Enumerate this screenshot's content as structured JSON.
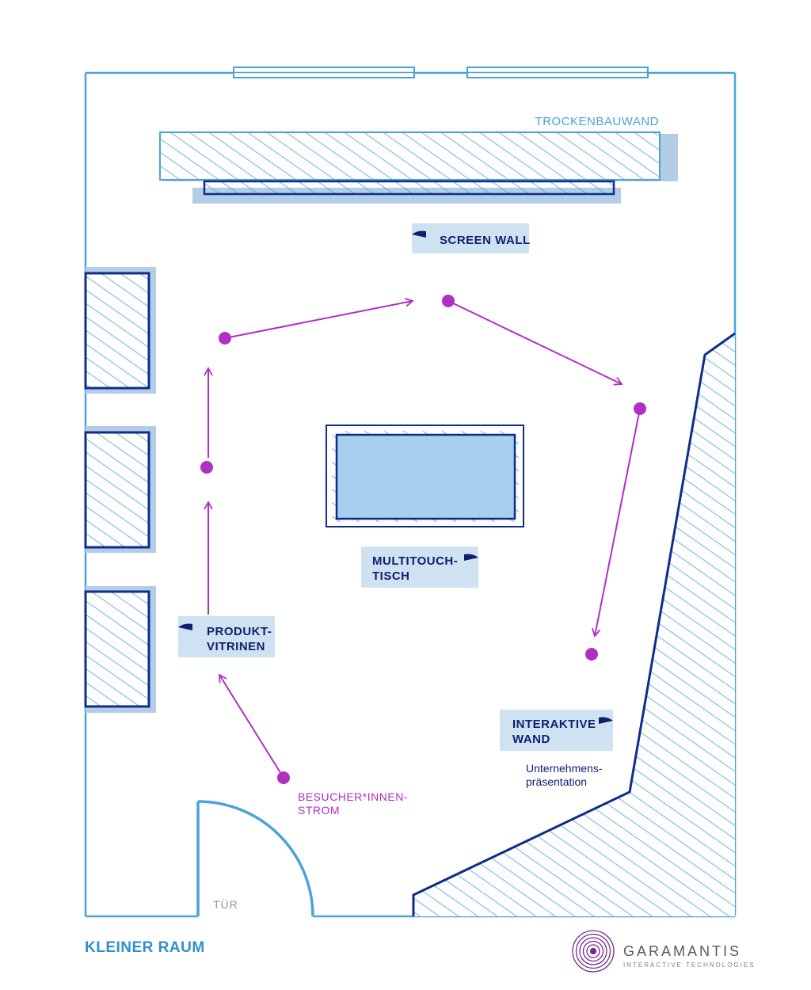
{
  "labels": {
    "trockenbauwand": "TROCKENBAUWAND",
    "screen_wall": "SCREEN WALL",
    "multitouch_1": "MULTITOUCH-",
    "multitouch_2": "TISCH",
    "produkt_1": "PRODUKT-",
    "produkt_2": "VITRINEN",
    "interaktive_1": "INTERAKTIVE",
    "interaktive_2": "WAND",
    "unternehmens_1": "Unternehmens-",
    "unternehmens_2": "präsentation",
    "besucher_1": "BESUCHER*INNEN-",
    "besucher_2": "STROM",
    "tuer": "TÜR",
    "room": "KLEINER RAUM"
  },
  "brand": {
    "name": "GARAMANTIS",
    "tagline": "INTERACTIVE TECHNOLOGIES"
  },
  "colors": {
    "wall_light": "#4aa3d8",
    "wall_dark": "#0f2d8a",
    "shadow": "#b4cde6",
    "flow": "#b02fc4",
    "table_fill": "#a6d0ee",
    "label_bg": "#cfe2f1"
  }
}
